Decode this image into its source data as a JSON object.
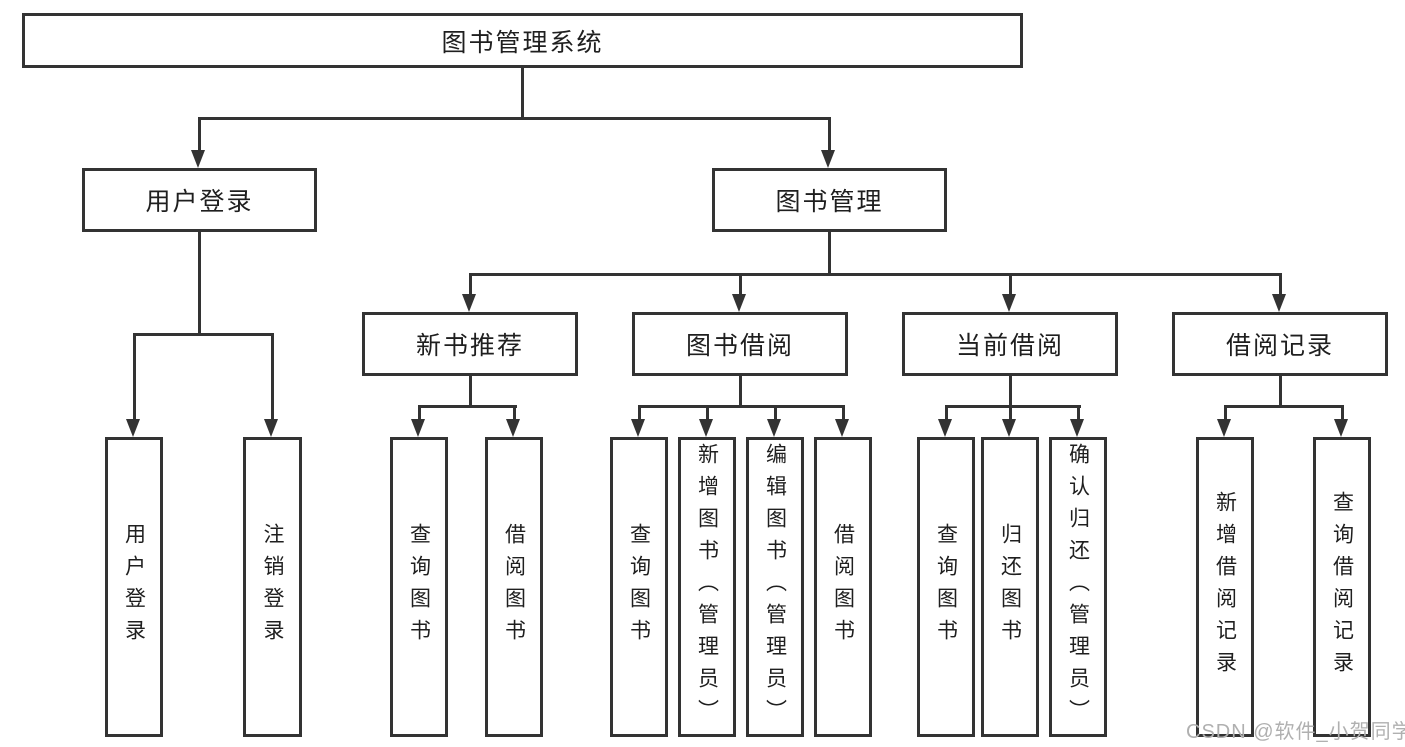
{
  "diagram": {
    "root": "图书管理系统",
    "level2": {
      "user_login": "用户登录",
      "book_mgmt": "图书管理"
    },
    "level3": {
      "new_book_rec": "新书推荐",
      "book_borrow": "图书借阅",
      "current_borrow": "当前借阅",
      "borrow_records": "借阅记录"
    },
    "leaves": {
      "user": [
        "用户登录",
        "注销登录"
      ],
      "rec": [
        "查询图书",
        "借阅图书"
      ],
      "borrow": [
        "查询图书",
        "新增图书（管理员）",
        "编辑图书（管理员）",
        "借阅图书"
      ],
      "current": [
        "查询图书",
        "归还图书",
        "确认归还（管理员）"
      ],
      "records": [
        "新增借阅记录",
        "查询借阅记录"
      ]
    }
  },
  "watermark": "CSDN @软件_小贺同学",
  "colors": {
    "line": "#333333",
    "text": "#1f1f1f",
    "watermark": "#b0b0b0",
    "background": "#ffffff"
  }
}
